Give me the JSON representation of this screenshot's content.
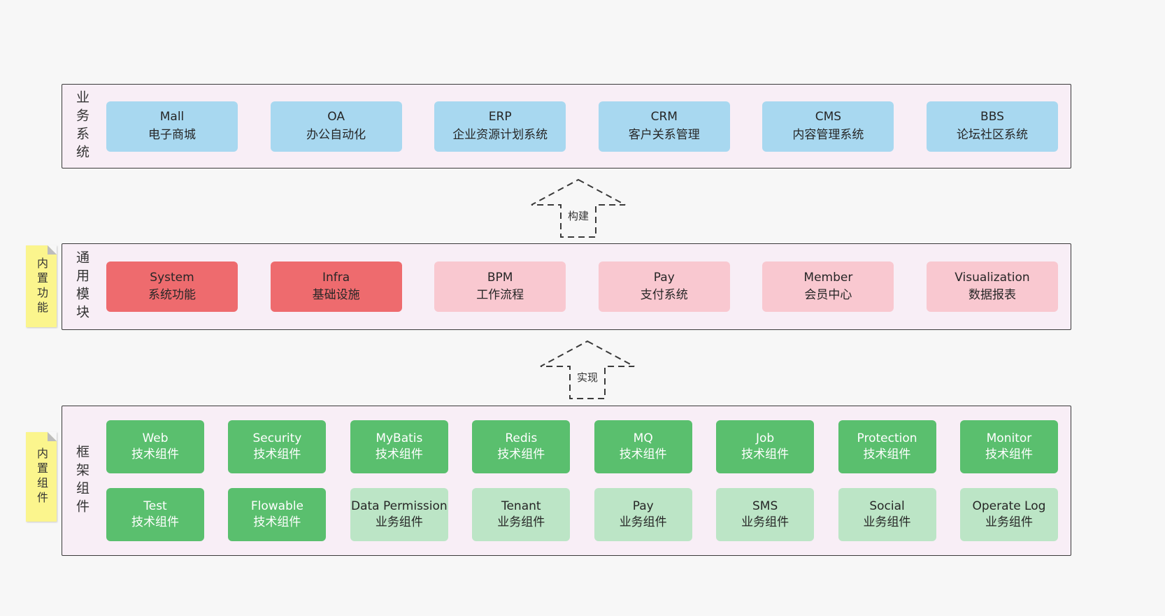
{
  "colors": {
    "page_bg": "#f7f7f7",
    "panel_bg": "#f8eef6",
    "panel_border": "#3a3a3a",
    "blue": "#a8d8f0",
    "red": "#ee6b6e",
    "pink": "#f9c8d0",
    "green_dark": "#5abf6e",
    "green_light": "#bce5c6",
    "sticky": "#fbf58d",
    "sticky_fold": "#bdbdbd",
    "text_dark": "#262626",
    "text_light": "#ffffff",
    "arrow": "#3a3a3a"
  },
  "arrows": [
    {
      "label": "构建"
    },
    {
      "label": "实现"
    }
  ],
  "panels": {
    "business": {
      "label": "业务系统",
      "boxes": [
        {
          "title": "Mall",
          "subtitle": "电子商城"
        },
        {
          "title": "OA",
          "subtitle": "办公自动化"
        },
        {
          "title": "ERP",
          "subtitle": "企业资源计划系统"
        },
        {
          "title": "CRM",
          "subtitle": "客户关系管理"
        },
        {
          "title": "CMS",
          "subtitle": "内容管理系统"
        },
        {
          "title": "BBS",
          "subtitle": "论坛社区系统"
        }
      ]
    },
    "modules": {
      "label": "通用模块",
      "sticky": "内置功能",
      "boxes": [
        {
          "title": "System",
          "subtitle": "系统功能",
          "variant": "red"
        },
        {
          "title": "Infra",
          "subtitle": "基础设施",
          "variant": "red"
        },
        {
          "title": "BPM",
          "subtitle": "工作流程",
          "variant": "pink"
        },
        {
          "title": "Pay",
          "subtitle": "支付系统",
          "variant": "pink"
        },
        {
          "title": "Member",
          "subtitle": "会员中心",
          "variant": "pink"
        },
        {
          "title": "Visualization",
          "subtitle": "数据报表",
          "variant": "pink"
        }
      ]
    },
    "components": {
      "label": "框架组件",
      "sticky": "内置组件",
      "row1": [
        {
          "title": "Web",
          "subtitle": "技术组件",
          "variant": "green-dark"
        },
        {
          "title": "Security",
          "subtitle": "技术组件",
          "variant": "green-dark"
        },
        {
          "title": "MyBatis",
          "subtitle": "技术组件",
          "variant": "green-dark"
        },
        {
          "title": "Redis",
          "subtitle": "技术组件",
          "variant": "green-dark"
        },
        {
          "title": "MQ",
          "subtitle": "技术组件",
          "variant": "green-dark"
        },
        {
          "title": "Job",
          "subtitle": "技术组件",
          "variant": "green-dark"
        },
        {
          "title": "Protection",
          "subtitle": "技术组件",
          "variant": "green-dark"
        },
        {
          "title": "Monitor",
          "subtitle": "技术组件",
          "variant": "green-dark"
        }
      ],
      "row2": [
        {
          "title": "Test",
          "subtitle": "技术组件",
          "variant": "green-dark"
        },
        {
          "title": "Flowable",
          "subtitle": "技术组件",
          "variant": "green-dark"
        },
        {
          "title": "Data Permission",
          "subtitle": "业务组件",
          "variant": "green-light"
        },
        {
          "title": "Tenant",
          "subtitle": "业务组件",
          "variant": "green-light"
        },
        {
          "title": "Pay",
          "subtitle": "业务组件",
          "variant": "green-light"
        },
        {
          "title": "SMS",
          "subtitle": "业务组件",
          "variant": "green-light"
        },
        {
          "title": "Social",
          "subtitle": "业务组件",
          "variant": "green-light"
        },
        {
          "title": "Operate Log",
          "subtitle": "业务组件",
          "variant": "green-light"
        }
      ]
    }
  }
}
